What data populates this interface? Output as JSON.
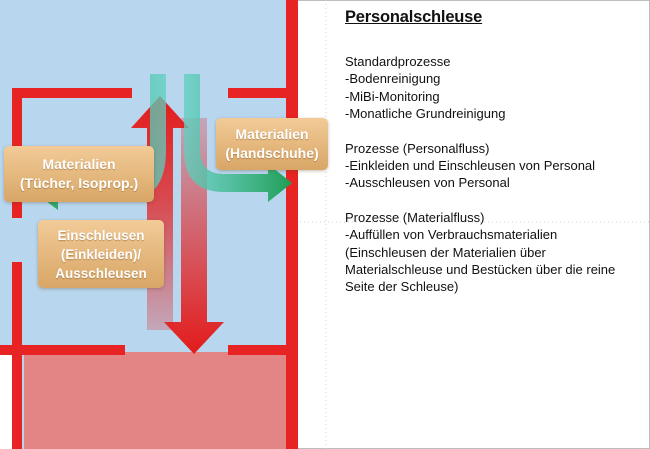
{
  "colors": {
    "room_blue": "#b8d6ee",
    "wall_red": "#e82323",
    "pink_zone": "#e48585",
    "arrow_red": "#e31b1b",
    "arrow_teal": "#3cc6aa",
    "arrow_green": "#2aa15c",
    "label_orange": "#e6b57c"
  },
  "diagram": {
    "labels": {
      "handschuhe": "Materialien\n(Handschuhe)",
      "tuecher": "Materialien\n(Tücher, Isoprop.)",
      "einschleusen": "Einschleusen\n(Einkleiden)/\nAusschleusen"
    }
  },
  "panel": {
    "title": "Personalschleuse",
    "sections": [
      {
        "lines": [
          "Standardprozesse",
          "-Bodenreinigung",
          "-MiBi-Monitoring",
          "-Monatliche Grundreinigung"
        ]
      },
      {
        "lines": [
          "Prozesse (Personalfluss)",
          "-Einkleiden und Einschleusen von Personal",
          "-Ausschleusen von Personal"
        ]
      },
      {
        "lines": [
          "Prozesse (Materialfluss)",
          "-Auffüllen von Verbrauchsmaterialien",
          "(Einschleusen der Materialien über",
          "Materialschleuse und Bestücken über die reine",
          "Seite der Schleuse)"
        ]
      }
    ]
  }
}
